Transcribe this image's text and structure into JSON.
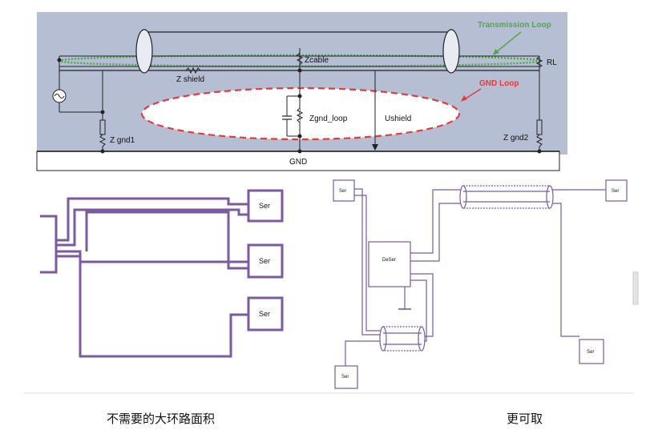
{
  "top_diagram": {
    "transmission_loop_label": "Transmission Loop",
    "gnd_loop_label": "GND Loop",
    "rl_label": "RL",
    "zcable_label": "Zcable",
    "zshield_label": "Z shield",
    "zgnd_loop_label": "Zgnd_loop",
    "ushield_label": "Ushield",
    "zgnd1_label": "Z gnd1",
    "zgnd2_label": "Z gnd2",
    "gnd_label": "GND",
    "colors": {
      "panel_bg": "#b6bed4",
      "transmission_loop": "#4fa84a",
      "gnd_loop": "#e33b3b"
    }
  },
  "left_diagram": {
    "ser_boxes": [
      "Ser",
      "Ser",
      "Ser"
    ],
    "caption": "不需要的大环路面积",
    "colors": {
      "wire": "#7b5aa0"
    }
  },
  "right_diagram": {
    "ser_top_left": "Ser",
    "ser_top_right": "Ser",
    "deser": "DeSer",
    "ser_bottom_left": "Ser",
    "ser_bottom_right": "Ser",
    "caption": "更可取",
    "colors": {
      "wire": "#7b5aa0"
    }
  }
}
